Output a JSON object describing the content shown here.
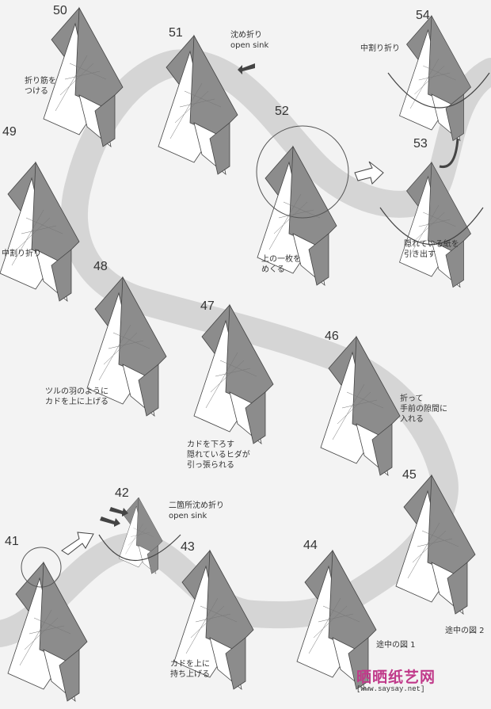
{
  "steps": {
    "s41": "41",
    "s42": "42",
    "s43": "43",
    "s44": "44",
    "s45": "45",
    "s46": "46",
    "s47": "47",
    "s48": "48",
    "s49": "49",
    "s50": "50",
    "s51": "51",
    "s52": "52",
    "s53": "53",
    "s54": "54"
  },
  "captions": {
    "c50": "折り筋を\nつける",
    "c51": "沈め折り\nopen sink",
    "c54": "中割り折り",
    "c49": "中割り折り",
    "c52": "上の一枚を\nめくる",
    "c53": "隠れている紙を\n引き出す",
    "c48": "ツルの羽のように\nカドを上に上げる",
    "c47": "カドを下ろす\n隠れているヒダが\n引っ張られる",
    "c46": "折って\n手前の隙間に\n入れる",
    "c42": "二箇所沈め折り\nopen sink",
    "c43": "カドを上に\n持ち上げる",
    "c44": "途中の図 1",
    "c45": "途中の図 2"
  },
  "watermark": {
    "logo": "晒晒纸艺网",
    "url": "[www.saysay.net]"
  },
  "colors": {
    "paper_dark": "#8c8c8c",
    "paper_light": "#ffffff",
    "path_band": "#cfcfcf",
    "watermark_pink": "#c03a8a"
  }
}
